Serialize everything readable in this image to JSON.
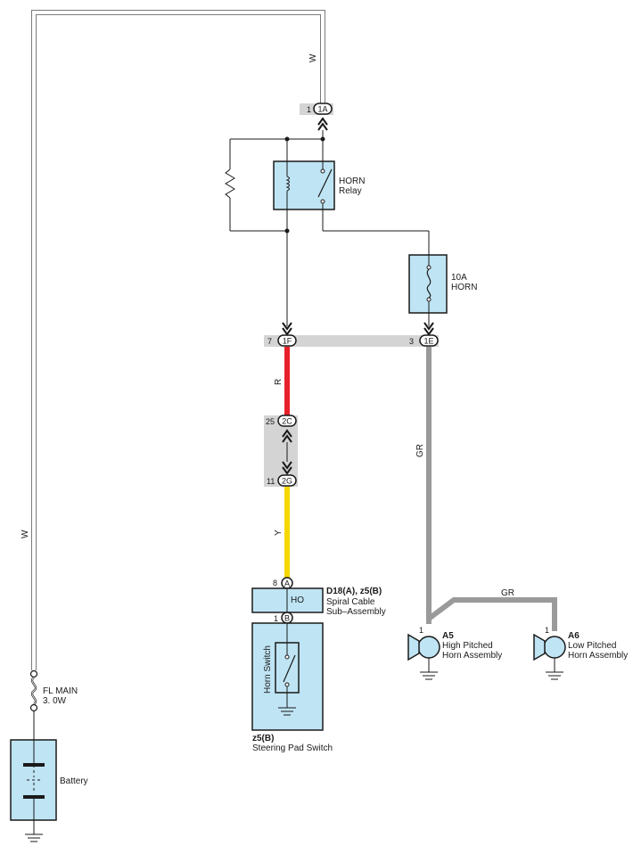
{
  "colors": {
    "relay_fill": "#bfe4f4",
    "connector_bg": "#d4d4d4",
    "wire_red": "#e8202a",
    "wire_yellow": "#f5d800",
    "wire_gray": "#9a9a9a",
    "wire_white_outline": "#7a7a7a",
    "line": "#1a1a1a"
  },
  "wires": {
    "w_top": "W",
    "w_left": "W",
    "r": "R",
    "y": "Y",
    "gr_vertical": "GR",
    "gr_branch": "GR"
  },
  "connectors": {
    "c1a": {
      "pin": "1",
      "id": "1A"
    },
    "c1f": {
      "pin": "7",
      "id": "1F"
    },
    "c1e": {
      "pin": "3",
      "id": "1E"
    },
    "c2c": {
      "pin": "25",
      "id": "2C"
    },
    "c2g": {
      "pin": "11",
      "id": "2G"
    },
    "ca": {
      "pin": "8",
      "id": "A"
    },
    "cb": {
      "pin": "1",
      "id": "B"
    }
  },
  "components": {
    "horn_relay": {
      "line1": "HORN",
      "line2": "Relay"
    },
    "fuse_horn": {
      "line1": "10A",
      "line2": "HORN"
    },
    "spiral_cable": {
      "code": "D18(A), z5(B)",
      "line1": "Spiral Cable",
      "line2": "Sub–Assembly",
      "terminal": "HO"
    },
    "horn_switch": {
      "inner": "Horn Switch",
      "code": "z5(B)",
      "name": "Steering Pad Switch"
    },
    "horn_high": {
      "pin": "1",
      "code": "A5",
      "line1": "High Pitched",
      "line2": "Horn Assembly"
    },
    "horn_low": {
      "pin": "1",
      "code": "A6",
      "line1": "Low Pitched",
      "line2": "Horn Assembly"
    },
    "fl_main": {
      "line1": "FL MAIN",
      "line2": "3. 0W"
    },
    "battery": {
      "label": "Battery"
    }
  }
}
